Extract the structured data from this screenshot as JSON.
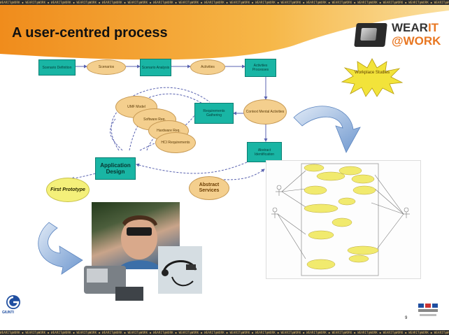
{
  "header": {
    "title": "A user-centred process",
    "strip_text": "WEARIT@WORK"
  },
  "logo": {
    "word1": "WEAR",
    "word1_accent": "IT",
    "word2": "@WORK"
  },
  "diagram": {
    "boxes": [
      "Scenario Definition",
      "Scenario Analysis",
      "Activities Processes",
      "Requirements Gathering",
      "Abstract Identification",
      "Application Design"
    ],
    "ovals": [
      "Scenarios",
      "Activities",
      "Context Mental Activities",
      "Abstract Services"
    ],
    "cluster": [
      "UMF Model",
      "Software Req.",
      "Hardware Req.",
      "HCI Requirements"
    ],
    "prototype": "First Prototype",
    "workplace": "Workplace Studies"
  },
  "footer": {
    "page_number": "9",
    "giunti": "GIUNTI"
  },
  "colors": {
    "header_orange": "#f4a12b",
    "box_teal": "#19b5a4",
    "oval_beige": "#f4cf8e",
    "prototype_yellow": "#f4f07a",
    "arrow_blue": "#7fa6d6"
  }
}
